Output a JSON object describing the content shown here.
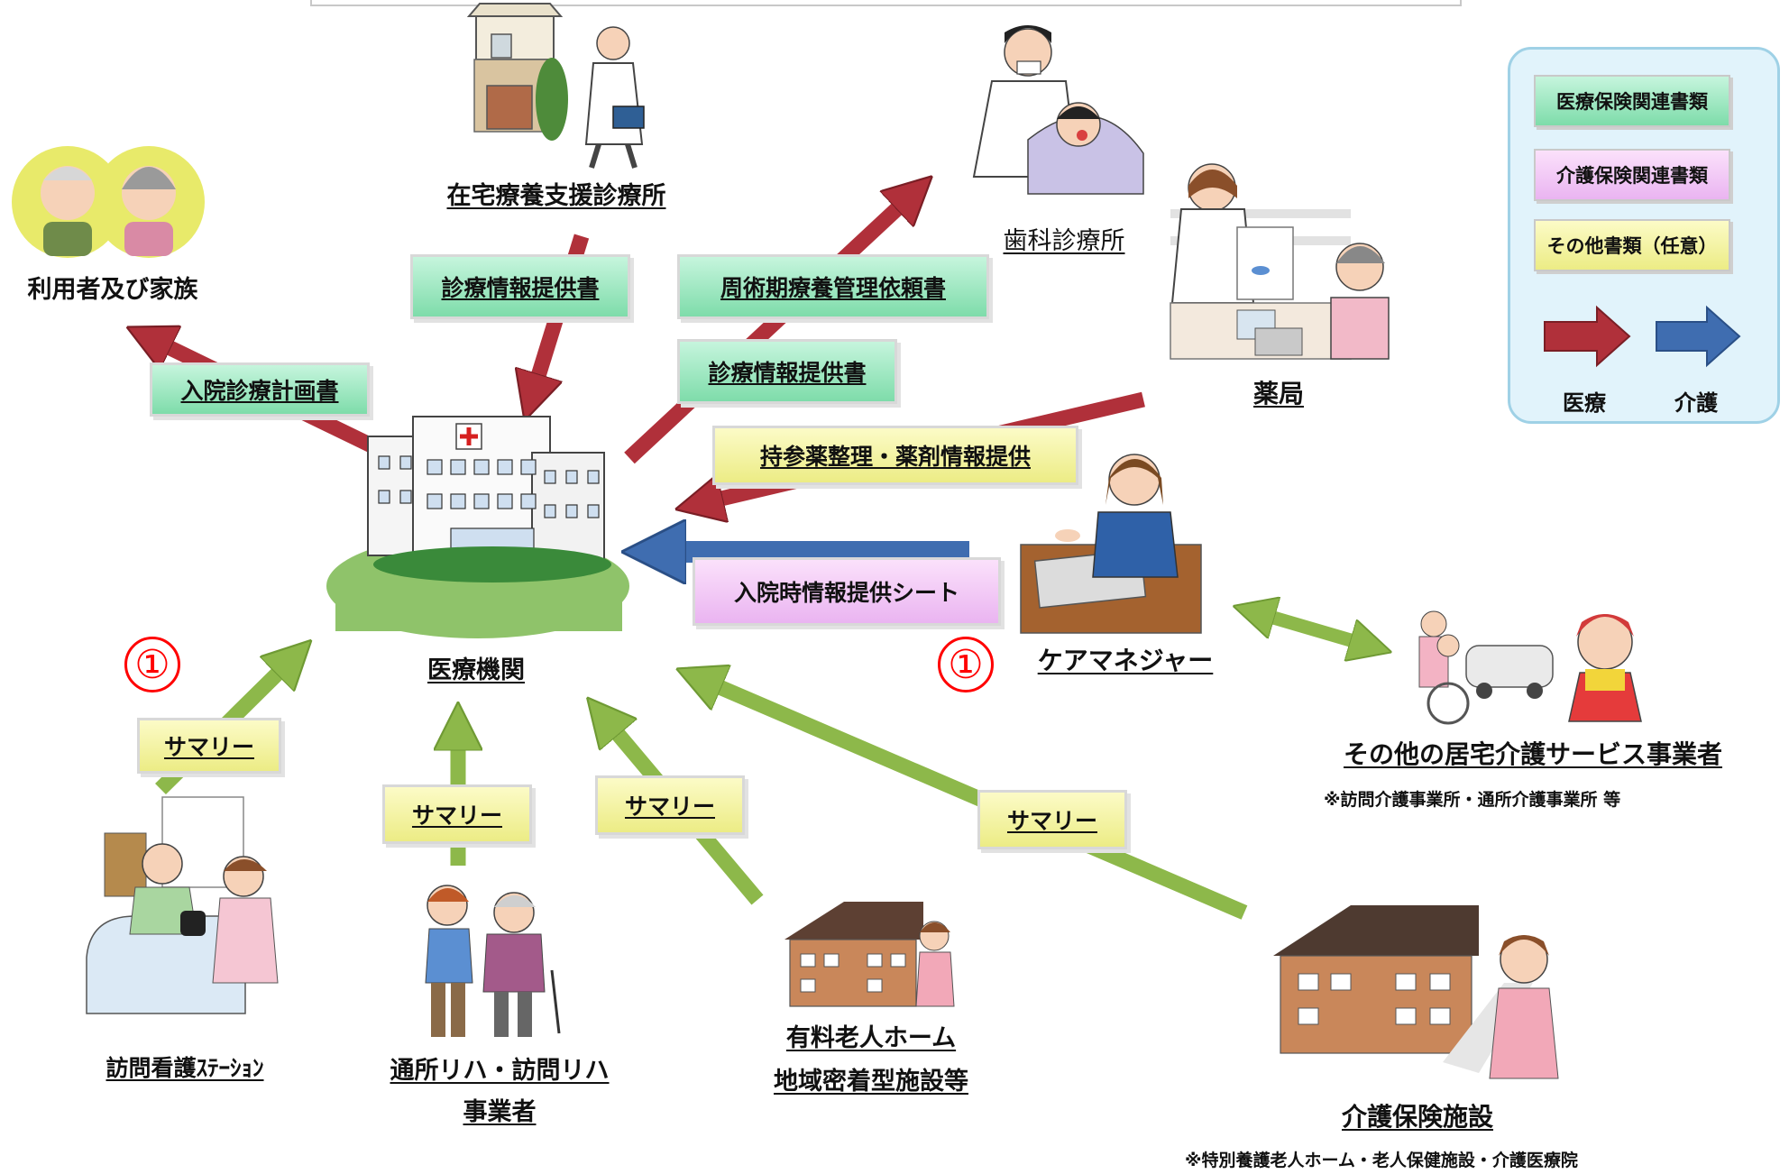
{
  "nodes": {
    "user_family": "利用者及び家族",
    "home_clinic": "在宅療養支援診療所",
    "dental_clinic": "歯科診療所",
    "pharmacy": "薬局",
    "medical_institution": "医療機関",
    "care_manager": "ケアマネジャー",
    "other_services": "その他の居宅介護サービス事業者",
    "other_services_note": "※訪問介護事業所・通所介護事業所 等",
    "visiting_nursing": "訪問看護ｽﾃｰｼｮﾝ",
    "rehab_line1": "通所リハ・訪問リハ",
    "rehab_line2": "事業者",
    "nursing_home_line1": "有料老人ホーム",
    "nursing_home_line2": "地域密着型施設等",
    "care_facility": "介護保険施設",
    "care_facility_note": "※特別養護老人ホーム・老人保健施設・介護医療院"
  },
  "documents": {
    "admission_plan": "入院診療計画書",
    "clinical_info_1": "診療情報提供書",
    "perioperative_request": "周術期療養管理依頼書",
    "clinical_info_2": "診療情報提供書",
    "medication_info": "持参薬整理・薬剤情報提供",
    "admission_info_sheet": "入院時情報提供シート",
    "summary_1": "サマリー",
    "summary_2": "サマリー",
    "summary_3": "サマリー",
    "summary_4": "サマリー"
  },
  "markers": {
    "left": "①",
    "right": "①"
  },
  "legend": {
    "medical_docs": "医療保険関連書類",
    "care_docs": "介護保険関連書類",
    "other_docs": "その他書類（任意）",
    "medical_arrow": "医療",
    "care_arrow": "介護"
  },
  "colors": {
    "medical_arrow": "#b0303a",
    "care_arrow": "#3f6db0",
    "summary_arrow": "#8db84a",
    "marker": "#ff0000",
    "legend_bg": "#e1f3fb",
    "medical_doc": "#9be6bf",
    "care_doc": "#f1c5f5",
    "other_doc": "#f3f2a0"
  }
}
